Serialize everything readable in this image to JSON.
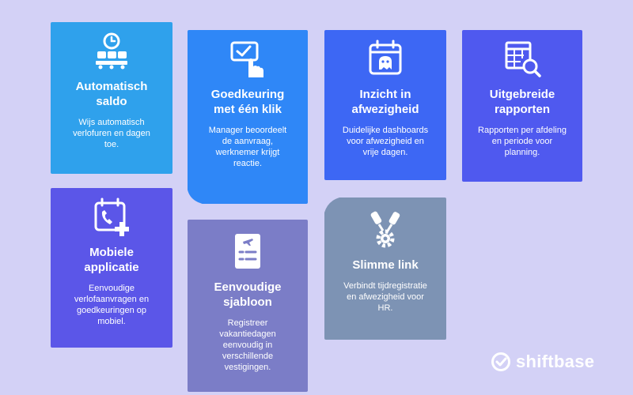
{
  "colors": {
    "background": "#d3d1f6",
    "card_sky": "#2fa1ec",
    "card_blue": "#2f87f7",
    "card_royal": "#3d67f4",
    "card_indigo": "#4f59ef",
    "card_violet": "#5b56e8",
    "card_lavender": "#7b7dc7",
    "card_slate": "#7d93b4",
    "text": "#ffffff"
  },
  "cards": [
    {
      "title": "Automatisch saldo",
      "text": "Wijs automatisch verlofuren en dagen toe.",
      "icon": "clock-icon"
    },
    {
      "title": "Goedkeuring met één klik",
      "text": "Manager beoordeelt de aanvraag, werknemer krijgt reactie.",
      "icon": "click-approval-icon"
    },
    {
      "title": "Inzicht in afwezigheid",
      "text": "Duidelijke dashboards voor afwezigheid en vrije dagen.",
      "icon": "calendar-ghost-icon"
    },
    {
      "title": "Uitgebreide rapporten",
      "text": "Rapporten per afdeling en periode voor planning.",
      "icon": "report-search-icon"
    },
    {
      "title": "Mobiele applicatie",
      "text": "Eenvoudige verlofaanvragen en goedkeuringen op mobiel.",
      "icon": "calendar-phone-icon"
    },
    {
      "title": "Eenvoudige sjabloon",
      "text": "Registreer vakantiedagen eenvoudig in verschillende vestigingen.",
      "icon": "flight-checklist-icon"
    },
    {
      "title": "Slimme link",
      "text": "Verbindt tijdregistratie en afwezigheid voor HR.",
      "icon": "link-gear-icon"
    }
  ],
  "logo": {
    "text": "shiftbase",
    "icon": "check-circle-icon"
  }
}
